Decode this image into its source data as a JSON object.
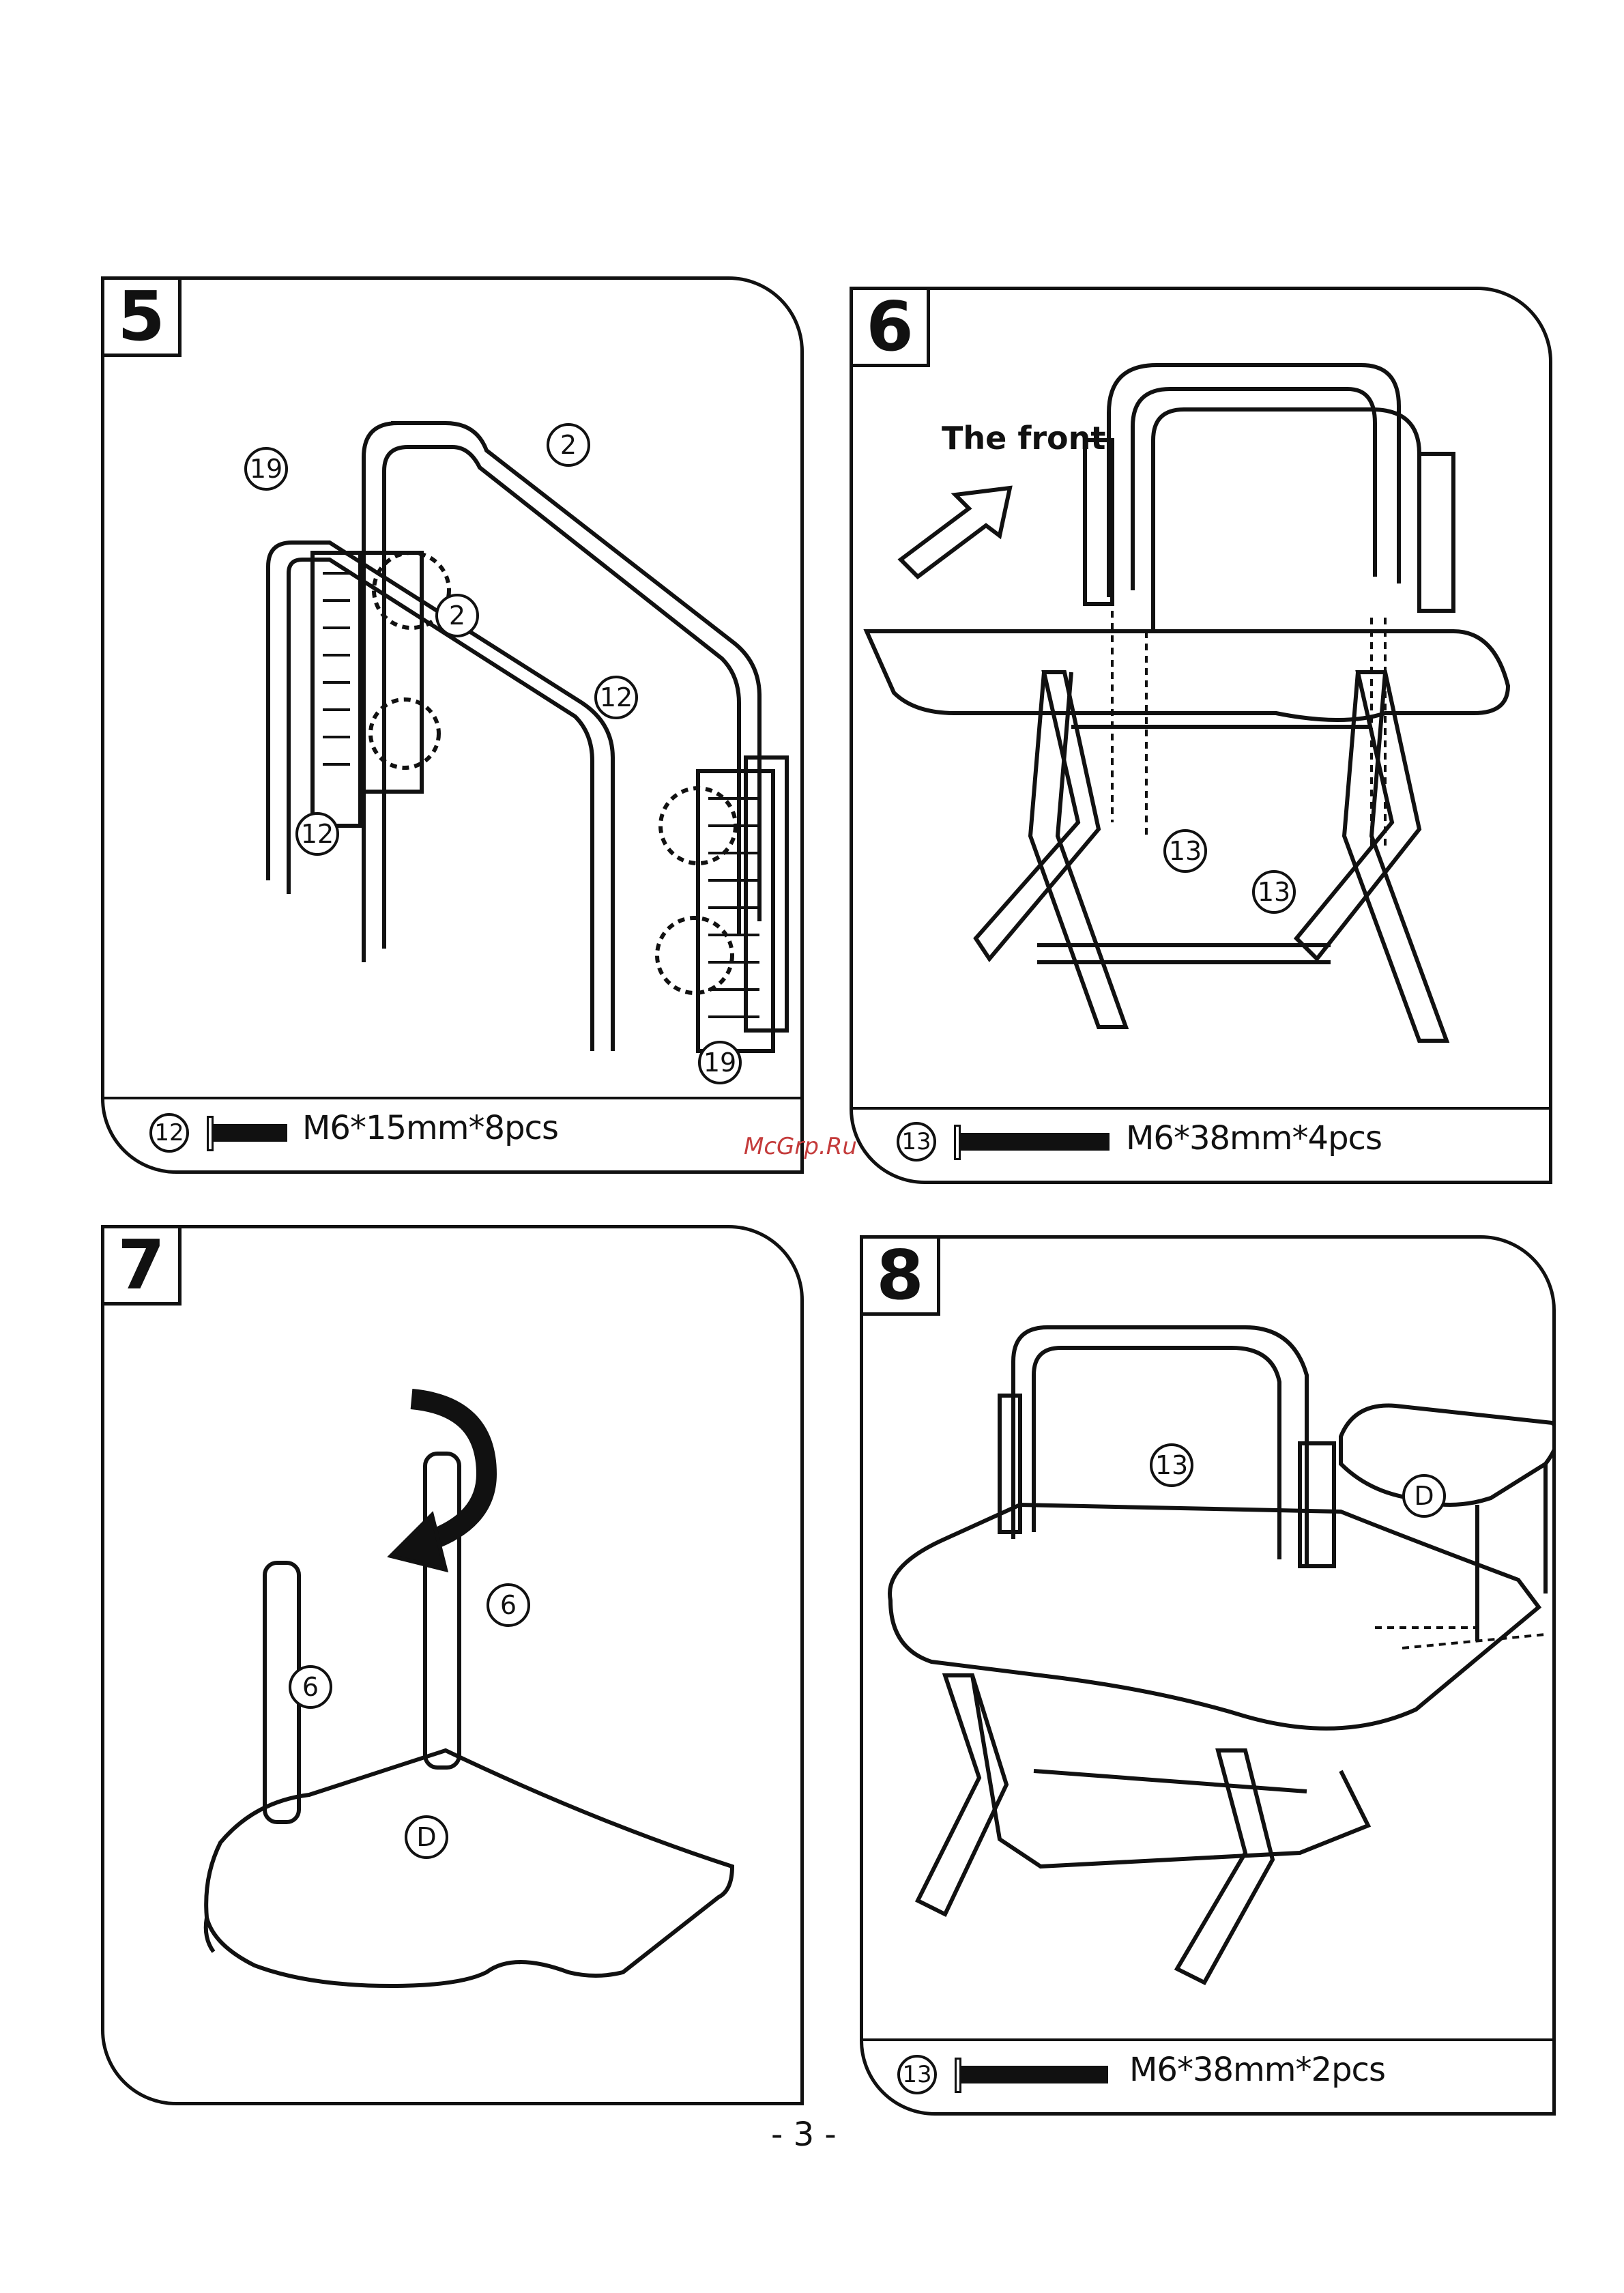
{
  "steps": [
    {
      "number": "5",
      "part_labels": [
        "19",
        "2",
        "2",
        "12",
        "12",
        "19"
      ],
      "fastener": {
        "id": "12",
        "spec": "M6*15mm*8pcs"
      }
    },
    {
      "number": "6",
      "caption": "The front",
      "part_labels": [
        "13",
        "13"
      ],
      "fastener": {
        "id": "13",
        "spec": "M6*38mm*4pcs"
      }
    },
    {
      "number": "7",
      "part_labels": [
        "6",
        "6",
        "D"
      ]
    },
    {
      "number": "8",
      "part_labels": [
        "13",
        "D"
      ],
      "fastener": {
        "id": "13",
        "spec": "M6*38mm*2pcs"
      }
    }
  ],
  "watermark": "McGrp.Ru",
  "page_number": "- 3 -"
}
